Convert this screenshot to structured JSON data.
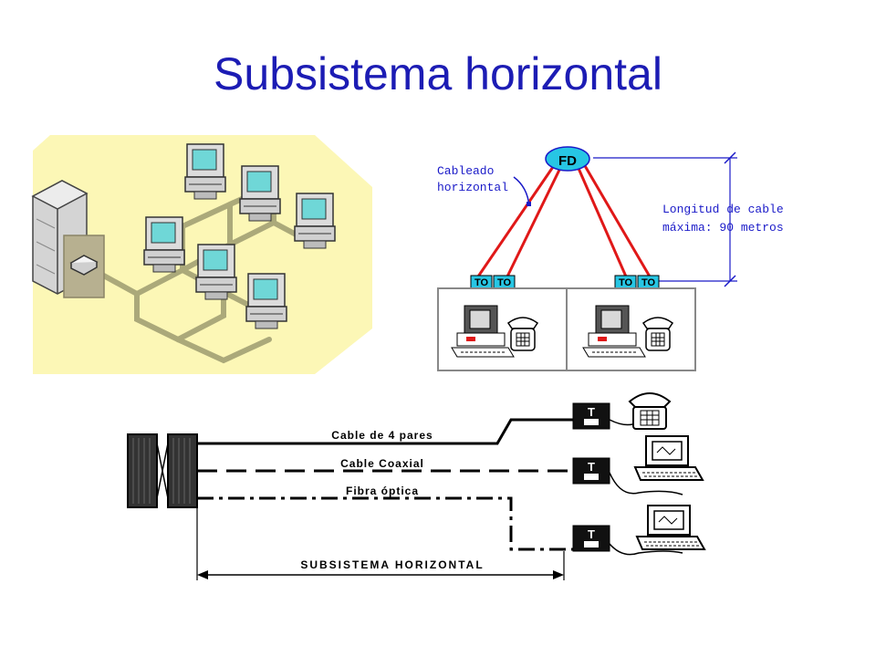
{
  "slide": {
    "title": "Subsistema horizontal"
  },
  "colors": {
    "title": "#1c1cb4",
    "cable_red": "#e01818",
    "fd_fill": "#27c6e4",
    "label_blue": "#1a1ac8",
    "network_bg": "#fcf7b6"
  },
  "top_right": {
    "distributor": "FD",
    "cable_label_line1": "Cableado",
    "cable_label_line2": "horizontal",
    "length_line1": "Longitud de cable",
    "length_line2": "máxima: 90 metros",
    "outlet": "TO"
  },
  "bottom": {
    "cable1": "Cable de 4 pares",
    "cable2": "Cable Coaxial",
    "cable3": "Fibra óptica",
    "span": "SUBSISTEMA HORIZONTAL",
    "jack": "T"
  },
  "icons": [
    "server-rack-icon",
    "hub-icon",
    "computer-icon",
    "telephone-icon"
  ]
}
